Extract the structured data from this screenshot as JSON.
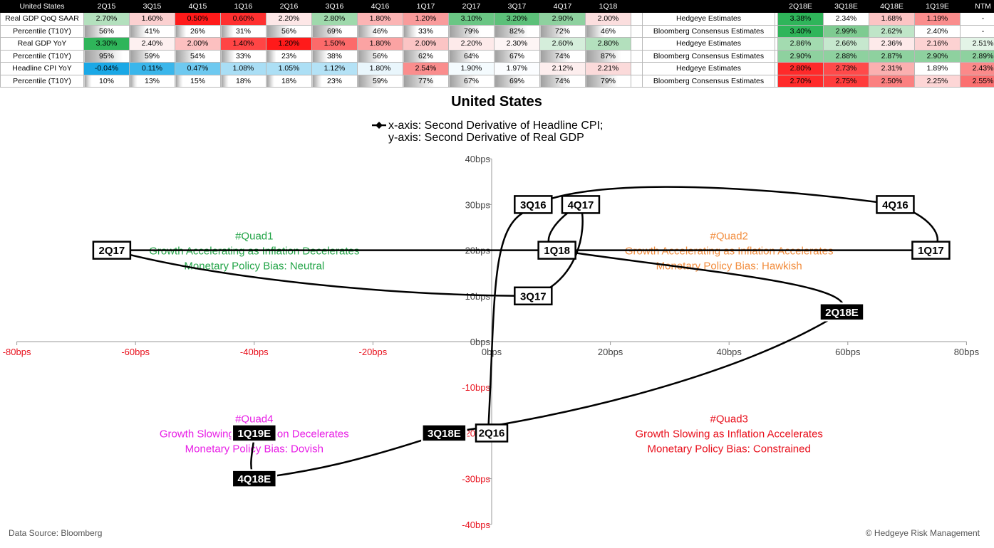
{
  "table": {
    "corner": "United States",
    "quarters": [
      "2Q15",
      "3Q15",
      "4Q15",
      "1Q16",
      "2Q16",
      "3Q16",
      "4Q16",
      "1Q17",
      "2Q17",
      "3Q17",
      "4Q17",
      "1Q18"
    ],
    "est_headers": [
      "2Q18E",
      "3Q18E",
      "4Q18E",
      "1Q19E",
      "NTM"
    ],
    "rows": [
      {
        "label": "Real GDP QoQ SAAR",
        "values": [
          "2.70%",
          "1.60%",
          "0.50%",
          "0.60%",
          "2.20%",
          "2.80%",
          "1.80%",
          "1.20%",
          "3.10%",
          "3.20%",
          "2.90%",
          "2.00%"
        ],
        "colors": [
          "#b3e0bd",
          "#fbd0d0",
          "#ff1a1a",
          "#ff3030",
          "#fde7e7",
          "#9fd9ac",
          "#fbb4b4",
          "#f99b9b",
          "#6ac684",
          "#5cc079",
          "#8ed19f",
          "#fbdede"
        ],
        "source": "Hedgeye Estimates",
        "est": [
          "3.38%",
          "2.34%",
          "1.68%",
          "1.19%",
          "-"
        ],
        "est_colors": [
          "#2fb55a",
          "#ffffff",
          "#fcc4c4",
          "#fa8d8d",
          "#ffffff"
        ]
      },
      {
        "label": "Percentile (T10Y)",
        "values": [
          "56%",
          "41%",
          "26%",
          "31%",
          "56%",
          "69%",
          "46%",
          "33%",
          "79%",
          "82%",
          "72%",
          "46%"
        ],
        "source": "Bloomberg Consensus Estimates",
        "est": [
          "3.40%",
          "2.99%",
          "2.62%",
          "2.40%",
          "-"
        ],
        "est_colors": [
          "#2fb55a",
          "#7ecb91",
          "#bfe5c8",
          "#ffffff",
          "#ffffff"
        ]
      },
      {
        "label": "Real GDP YoY",
        "values": [
          "3.30%",
          "2.40%",
          "2.00%",
          "1.40%",
          "1.20%",
          "1.50%",
          "1.80%",
          "2.00%",
          "2.20%",
          "2.30%",
          "2.60%",
          "2.80%"
        ],
        "colors": [
          "#2fb55a",
          "#fdf0f0",
          "#fcc0c0",
          "#ff4545",
          "#ff1a1a",
          "#fc6a6a",
          "#fba3a3",
          "#fbc4c4",
          "#fdeaea",
          "#fdf5f5",
          "#d5eedb",
          "#b3e0bd"
        ],
        "source": "Hedgeye Estimates",
        "est": [
          "2.86%",
          "2.66%",
          "2.36%",
          "2.16%",
          "2.51%"
        ],
        "est_colors": [
          "#a3dbb0",
          "#c6e8ce",
          "#fdeaea",
          "#fcd2d2",
          "#e3f4e7"
        ]
      },
      {
        "label": "Percentile (T10Y)",
        "values": [
          "95%",
          "59%",
          "54%",
          "33%",
          "23%",
          "38%",
          "56%",
          "62%",
          "64%",
          "67%",
          "74%",
          "87%"
        ],
        "source": "Bloomberg Consensus Estimates",
        "est": [
          "2.90%",
          "2.88%",
          "2.87%",
          "2.90%",
          "2.89%"
        ],
        "est_colors": [
          "#8ed19f",
          "#8ed19f",
          "#8ed19f",
          "#8ed19f",
          "#8ed19f"
        ]
      },
      {
        "label": "Headline CPI YoY",
        "values": [
          "-0.04%",
          "0.11%",
          "0.47%",
          "1.08%",
          "1.05%",
          "1.12%",
          "1.80%",
          "2.54%",
          "1.90%",
          "1.97%",
          "2.12%",
          "2.21%"
        ],
        "colors": [
          "#1aa8e6",
          "#3ab6eb",
          "#6ec9f0",
          "#a9def5",
          "#acdff5",
          "#b4e2f6",
          "#e9f6fc",
          "#fa8d8d",
          "#f4fbfe",
          "#fbfdff",
          "#fdeeee",
          "#fbdada"
        ],
        "source": "Hedgeye Estimates",
        "est": [
          "2.80%",
          "2.73%",
          "2.31%",
          "1.89%",
          "2.43%"
        ],
        "est_colors": [
          "#ff2a2a",
          "#ff4a4a",
          "#fbb0b0",
          "#ffffff",
          "#fb8a8a"
        ]
      },
      {
        "label": "Percentile (T10Y)",
        "values": [
          "10%",
          "13%",
          "15%",
          "18%",
          "18%",
          "23%",
          "59%",
          "77%",
          "67%",
          "69%",
          "74%",
          "79%"
        ],
        "source": "Bloomberg Consensus Estimates",
        "est": [
          "2.70%",
          "2.75%",
          "2.50%",
          "2.25%",
          "2.55%"
        ],
        "est_colors": [
          "#ff2a2a",
          "#ff3c3c",
          "#fb8080",
          "#fdd6d6",
          "#fb7070"
        ]
      }
    ]
  },
  "footer": {
    "source": "Data Source: Bloomberg",
    "copyright": "© Hedgeye Risk Management"
  },
  "chart_data": {
    "type": "line",
    "title": "United States",
    "legend": [
      "x-axis: Second Derivative of Headline CPI;",
      "y-axis: Second Derivative of Real GDP"
    ],
    "xlim": [
      -80,
      80
    ],
    "ylim": [
      -40,
      40
    ],
    "xticks": [
      "-80bps",
      "-60bps",
      "-40bps",
      "-20bps",
      "0bps",
      "20bps",
      "40bps",
      "60bps",
      "80bps"
    ],
    "yticks": [
      "40bps",
      "30bps",
      "20bps",
      "10bps",
      "0bps",
      "-10bps",
      "-20bps",
      "-30bps",
      "-40bps"
    ],
    "grid": false,
    "points": [
      {
        "label": "3Q16",
        "x": 7,
        "y": 30,
        "style": "outline"
      },
      {
        "label": "4Q16",
        "x": 68,
        "y": 30,
        "style": "outline"
      },
      {
        "label": "1Q17",
        "x": 74,
        "y": 20,
        "style": "outline"
      },
      {
        "label": "2Q17",
        "x": -64,
        "y": 20,
        "style": "outline"
      },
      {
        "label": "3Q17",
        "x": 7,
        "y": 10,
        "style": "outline"
      },
      {
        "label": "4Q17",
        "x": 15,
        "y": 30,
        "style": "outline"
      },
      {
        "label": "1Q18",
        "x": 11,
        "y": 20,
        "style": "outline"
      },
      {
        "label": "2Q18E",
        "x": 59,
        "y": 6.5,
        "style": "filled"
      },
      {
        "label": "3Q18E",
        "x": -8,
        "y": -20,
        "style": "filled"
      },
      {
        "label": "4Q18E",
        "x": -40,
        "y": -30,
        "style": "filled"
      },
      {
        "label": "1Q19E",
        "x": -40,
        "y": -20,
        "style": "filled"
      }
    ],
    "hidden_label": "2Q16",
    "hidden_point": {
      "x": 0,
      "y": -20
    },
    "quadrants": [
      {
        "title": "#Quad1",
        "line1": "Growth Accelerating as Inflation Decelerates",
        "line2": "Monetary Policy Bias: Neutral",
        "color": "#22a447",
        "cx": -40,
        "cy": 20
      },
      {
        "title": "#Quad2",
        "line1": "Growth Accelerating as Inflation Accelerates",
        "line2": "Monetary Policy Bias: Hawkish",
        "color": "#f28c3c",
        "cx": 40,
        "cy": 20
      },
      {
        "title": "#Quad4",
        "line1": "Growth Slowing as Inflation Decelerates",
        "line2": "Monetary Policy Bias: Dovish",
        "color": "#e81ee6",
        "cx": -40,
        "cy": -20
      },
      {
        "title": "#Quad3",
        "line1": "Growth Slowing as Inflation Accelerates",
        "line2": "Monetary Policy Bias: Constrained",
        "color": "#e8101c",
        "cx": 40,
        "cy": -20
      }
    ],
    "colors": {
      "axis": "#999999",
      "tick_x": "#e8101c",
      "tick_y": "#444444",
      "path": "#000000"
    }
  }
}
